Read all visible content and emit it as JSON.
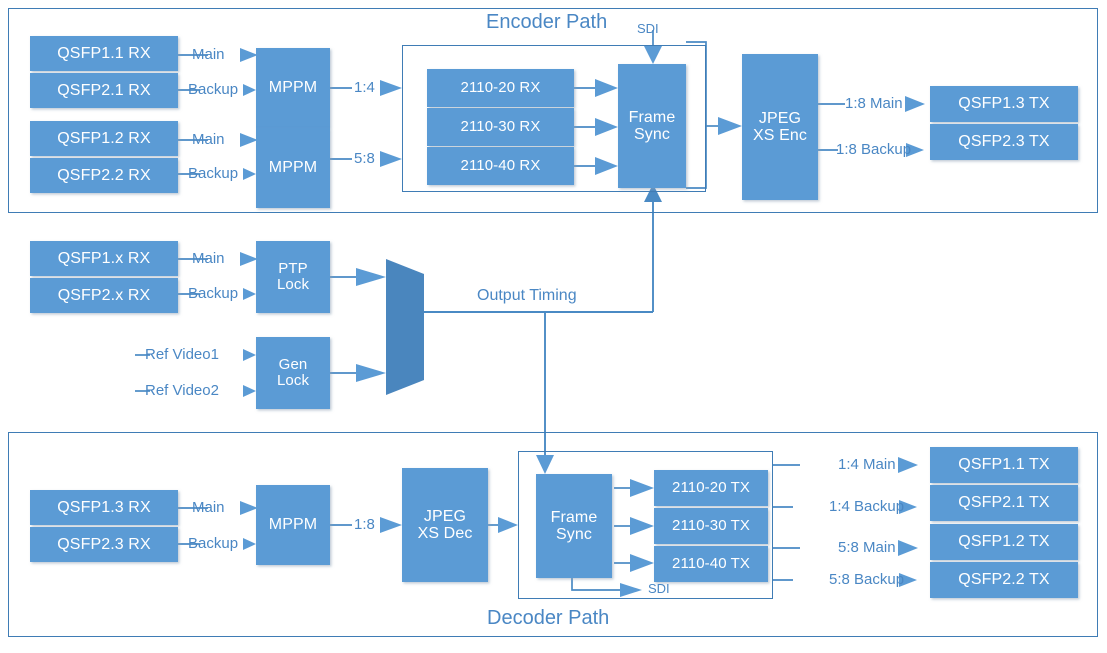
{
  "diagram": {
    "title": "Encoder / Decoder Path Block Diagram",
    "colors": {
      "block_fill": "#5b9bd5",
      "line": "#4a8ac4",
      "text_on_block": "#ffffff",
      "label_text": "#4a87c4",
      "mux_fill": "#4a86be",
      "container_border": "#3f7cb5"
    }
  },
  "encoder": {
    "title": "Encoder Path",
    "inputs": [
      {
        "main": "QSFP1.1 RX",
        "backup": "QSFP2.1 RX",
        "main_label": "Main",
        "backup_label": "Backup",
        "mppm": "MPPM",
        "out_label": "1:4"
      },
      {
        "main": "QSFP1.2 RX",
        "backup": "QSFP2.2 RX",
        "main_label": "Main",
        "backup_label": "Backup",
        "mppm": "MPPM",
        "out_label": "5:8"
      }
    ],
    "essences": [
      "2110-20 RX",
      "2110-30 RX",
      "2110-40 RX"
    ],
    "frame_sync": {
      "line1": "Frame",
      "line2": "Sync"
    },
    "sdi_label": "SDI",
    "codec": {
      "line1": "JPEG",
      "line2": "XS Enc"
    },
    "outputs": [
      {
        "label": "1:8 Main",
        "port": "QSFP1.3 TX"
      },
      {
        "label": "1:8 Backup",
        "port": "QSFP2.3 TX"
      }
    ]
  },
  "timing": {
    "inputs": {
      "main": "QSFP1.x RX",
      "backup": "QSFP2.x RX",
      "main_label": "Main",
      "backup_label": "Backup"
    },
    "ptp": {
      "line1": "PTP",
      "line2": "Lock"
    },
    "genlock": {
      "line1": "Gen",
      "line2": "Lock"
    },
    "ref_video": [
      "Ref Video1",
      "Ref Video2"
    ],
    "output_timing_label": "Output Timing"
  },
  "decoder": {
    "title": "Decoder Path",
    "inputs": {
      "main": "QSFP1.3 RX",
      "backup": "QSFP2.3 RX",
      "main_label": "Main",
      "backup_label": "Backup",
      "mppm": "MPPM",
      "out_label": "1:8"
    },
    "codec": {
      "line1": "JPEG",
      "line2": "XS Dec"
    },
    "frame_sync": {
      "line1": "Frame",
      "line2": "Sync"
    },
    "essences": [
      "2110-20 TX",
      "2110-30 TX",
      "2110-40 TX"
    ],
    "sdi_label": "SDI",
    "outputs": [
      {
        "label": "1:4 Main",
        "port": "QSFP1.1 TX"
      },
      {
        "label": "1:4 Backup",
        "port": "QSFP2.1 TX"
      },
      {
        "label": "5:8 Main",
        "port": "QSFP1.2 TX"
      },
      {
        "label": "5:8 Backup",
        "port": "QSFP2.2 TX"
      }
    ]
  }
}
